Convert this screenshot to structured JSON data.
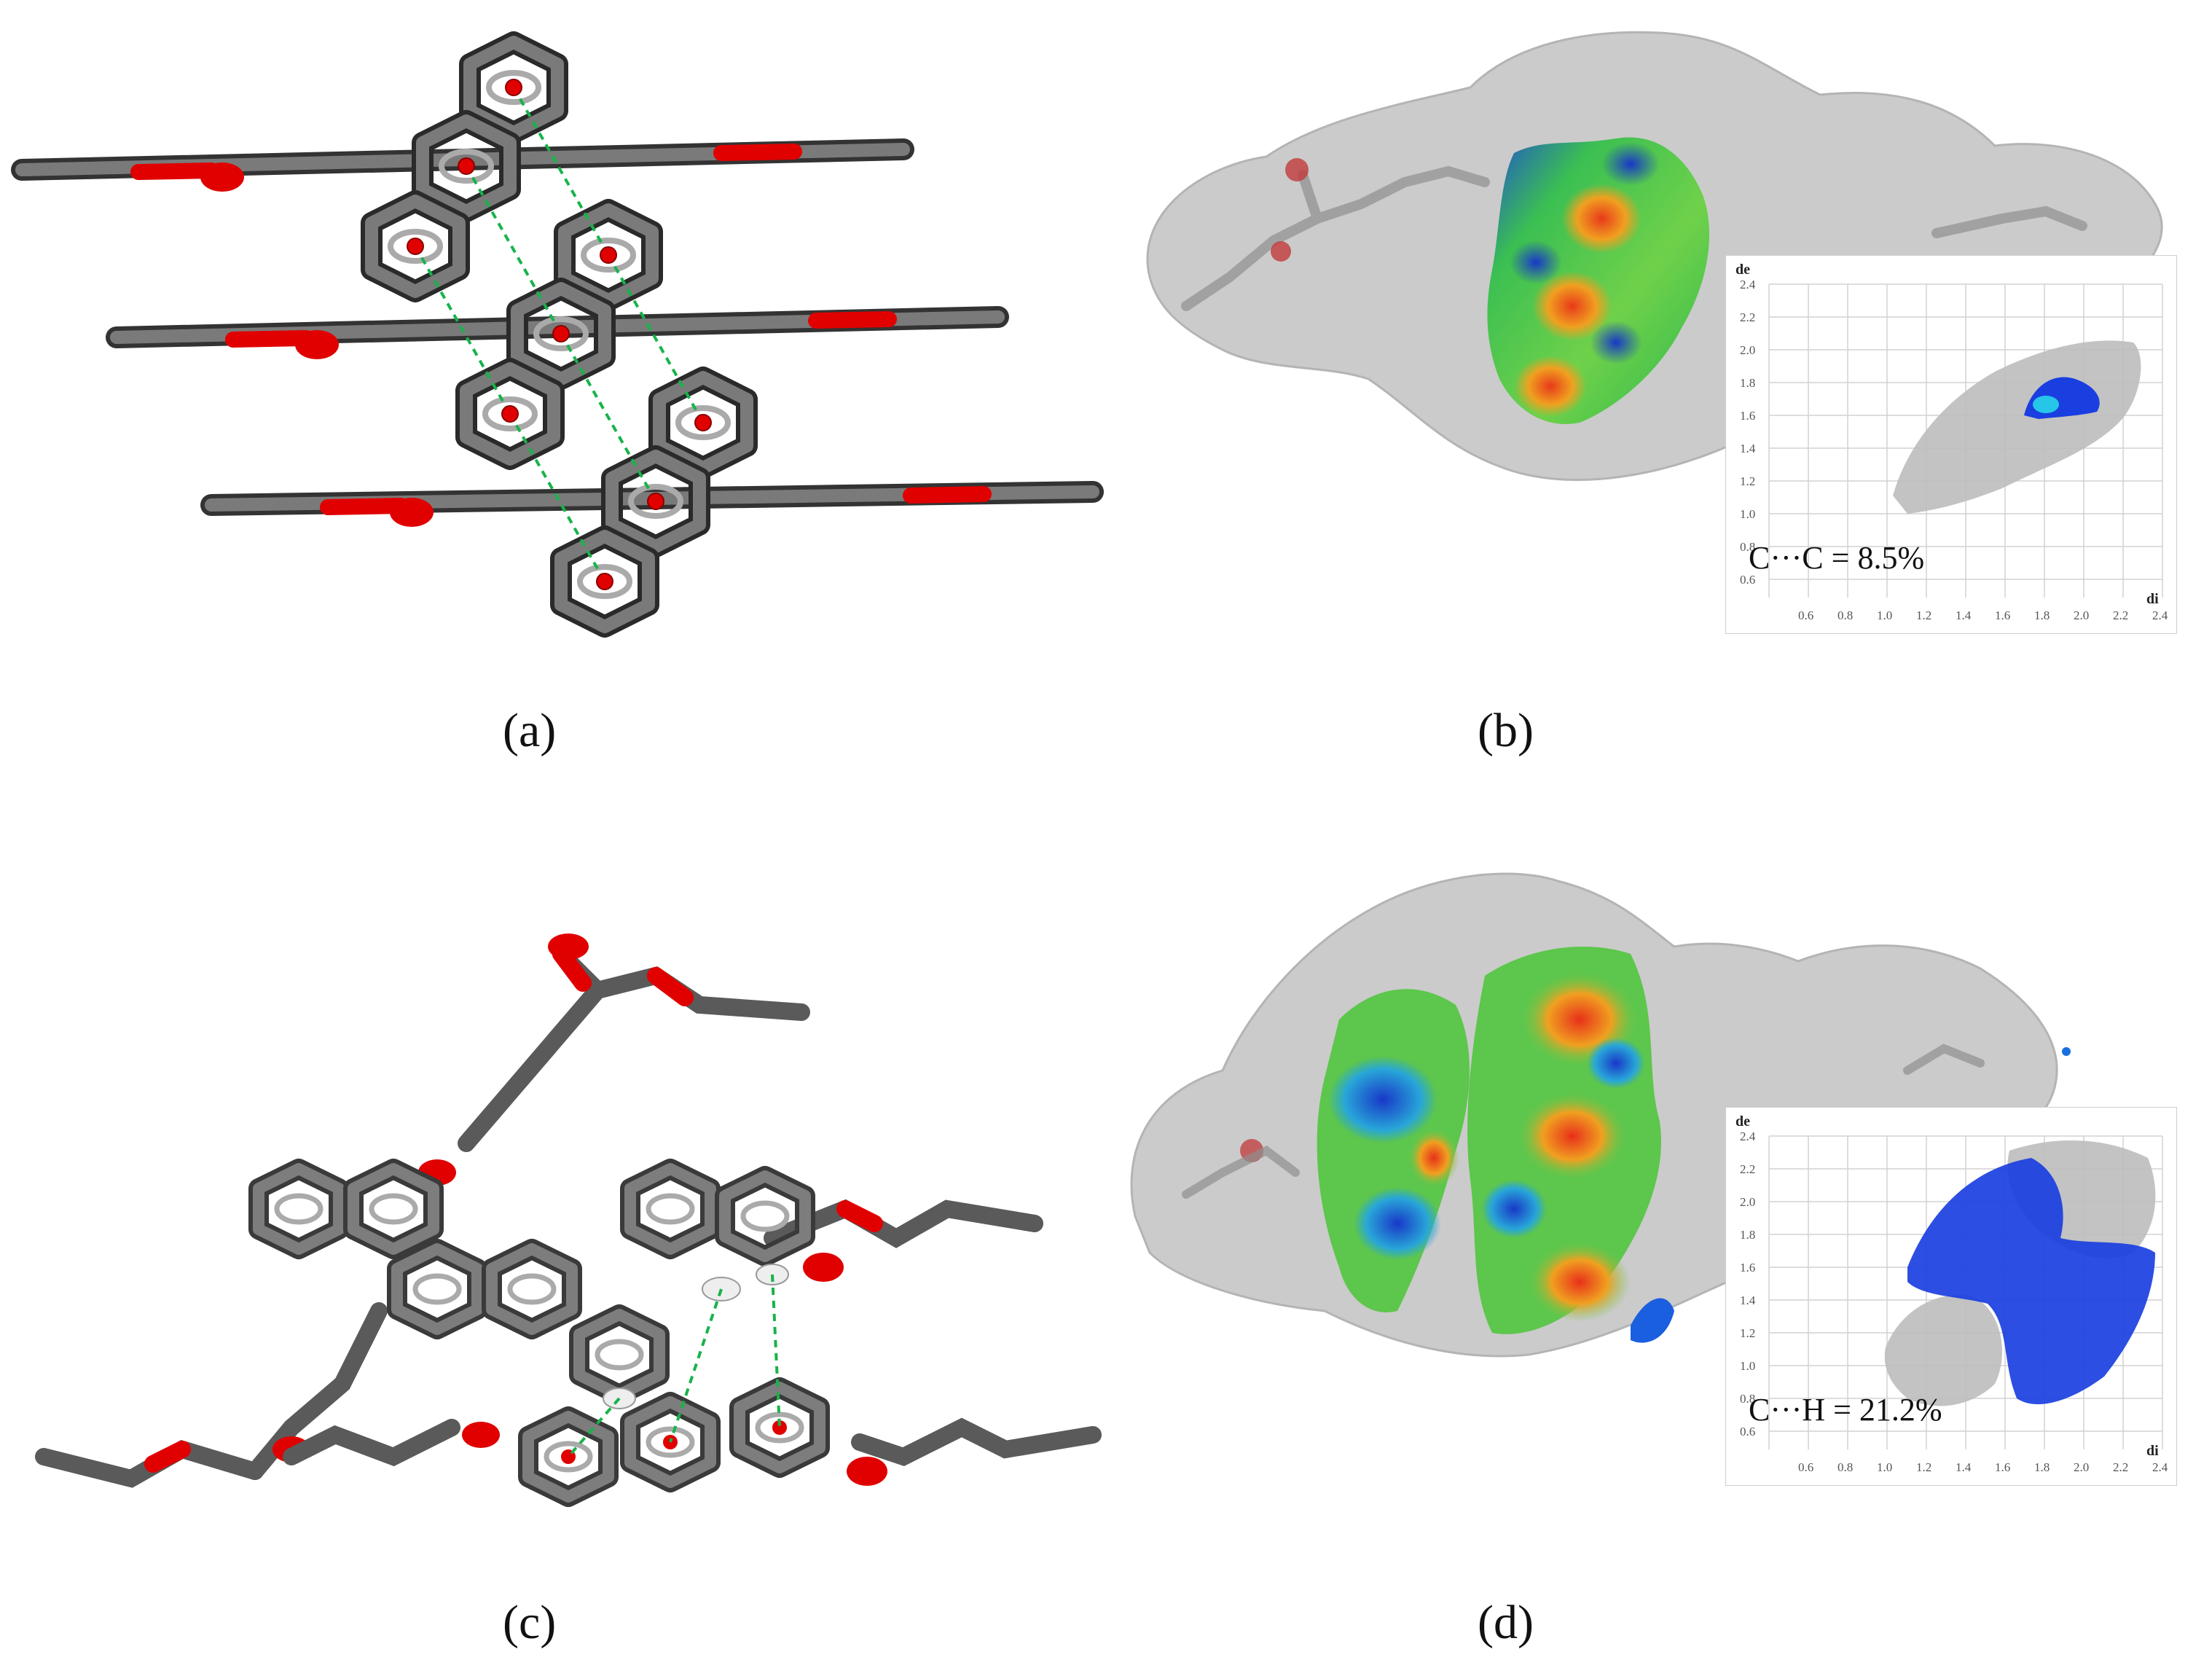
{
  "panels": [
    {
      "id": "a",
      "caption": "(a)"
    },
    {
      "id": "b",
      "caption": "(b)",
      "fingerprint": {
        "label": "C···C = 8.5%",
        "y_axis_label": "de",
        "x_axis_label": "di"
      }
    },
    {
      "id": "c",
      "caption": "(c)"
    },
    {
      "id": "d",
      "caption": "(d)",
      "fingerprint": {
        "label": "C···H = 21.2%",
        "y_axis_label": "de",
        "x_axis_label": "di"
      }
    }
  ],
  "fingerprint_ticks": {
    "y": [
      "2.4",
      "2.2",
      "2.0",
      "1.8",
      "1.6",
      "1.4",
      "1.2",
      "1.0",
      "0.8",
      "0.6"
    ],
    "x": [
      "0.6",
      "0.8",
      "1.0",
      "1.2",
      "1.4",
      "1.6",
      "1.8",
      "2.0",
      "2.2",
      "2.4"
    ]
  },
  "colors": {
    "carbon": "#6b6b6b",
    "oxygen": "#e00000",
    "hydrogen": "#e8e8e8",
    "contact_line": "#17b34a",
    "surface": "#c9c9c9",
    "fingerprint_blue": "#1a3fe0",
    "fingerprint_gray": "#bdbdbd"
  }
}
